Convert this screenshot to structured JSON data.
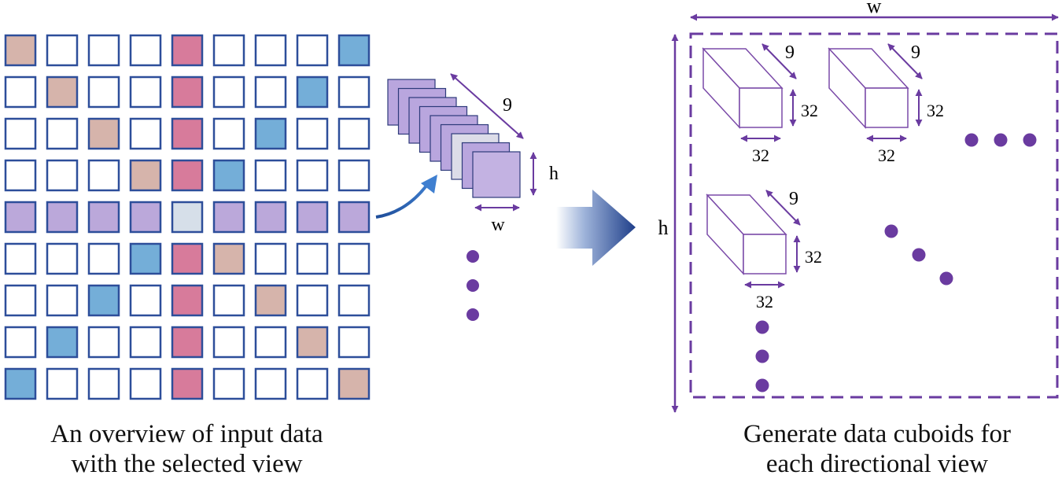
{
  "left_panel": {
    "caption_line1": "An overview of input data",
    "caption_line2": "with the selected view",
    "grid_rows": 9,
    "grid_cols": 9,
    "cells": [
      [
        "tan",
        "w",
        "w",
        "w",
        "pink",
        "w",
        "w",
        "w",
        "blue"
      ],
      [
        "w",
        "tan",
        "w",
        "w",
        "pink",
        "w",
        "w",
        "blue",
        "w"
      ],
      [
        "w",
        "w",
        "tan",
        "w",
        "pink",
        "w",
        "blue",
        "w",
        "w"
      ],
      [
        "w",
        "w",
        "w",
        "tan",
        "pink",
        "blue",
        "w",
        "w",
        "w"
      ],
      [
        "lav",
        "lav",
        "lav",
        "lav",
        "pale",
        "lav",
        "lav",
        "lav",
        "lav"
      ],
      [
        "w",
        "w",
        "w",
        "blue",
        "pink",
        "tan",
        "w",
        "w",
        "w"
      ],
      [
        "w",
        "w",
        "blue",
        "w",
        "pink",
        "w",
        "tan",
        "w",
        "w"
      ],
      [
        "w",
        "blue",
        "w",
        "w",
        "pink",
        "w",
        "w",
        "tan",
        "w"
      ],
      [
        "blue",
        "w",
        "w",
        "w",
        "pink",
        "w",
        "w",
        "w",
        "tan"
      ]
    ],
    "stack_label_depth": "9",
    "stack_label_height": "h",
    "stack_label_width": "w"
  },
  "right_panel": {
    "caption_line1": "Generate data cuboids for",
    "caption_line2": "each directional view",
    "outer_width_label": "w",
    "outer_height_label": "h",
    "cuboids": [
      {
        "depth": "9",
        "height": "32",
        "width": "32"
      },
      {
        "depth": "9",
        "height": "32",
        "width": "32"
      },
      {
        "depth": "9",
        "height": "32",
        "width": "32"
      }
    ]
  },
  "colors": {
    "grid_border": "#2d4e9a",
    "tan": "#d6b4ab",
    "pink": "#d77b9b",
    "blue": "#74aed8",
    "lavender": "#bba8da",
    "pale": "#d6dfe9",
    "purple": "#6a3ba0",
    "cuboid": "#7a4aa8",
    "arrow_dark": "#1f3f8a"
  }
}
